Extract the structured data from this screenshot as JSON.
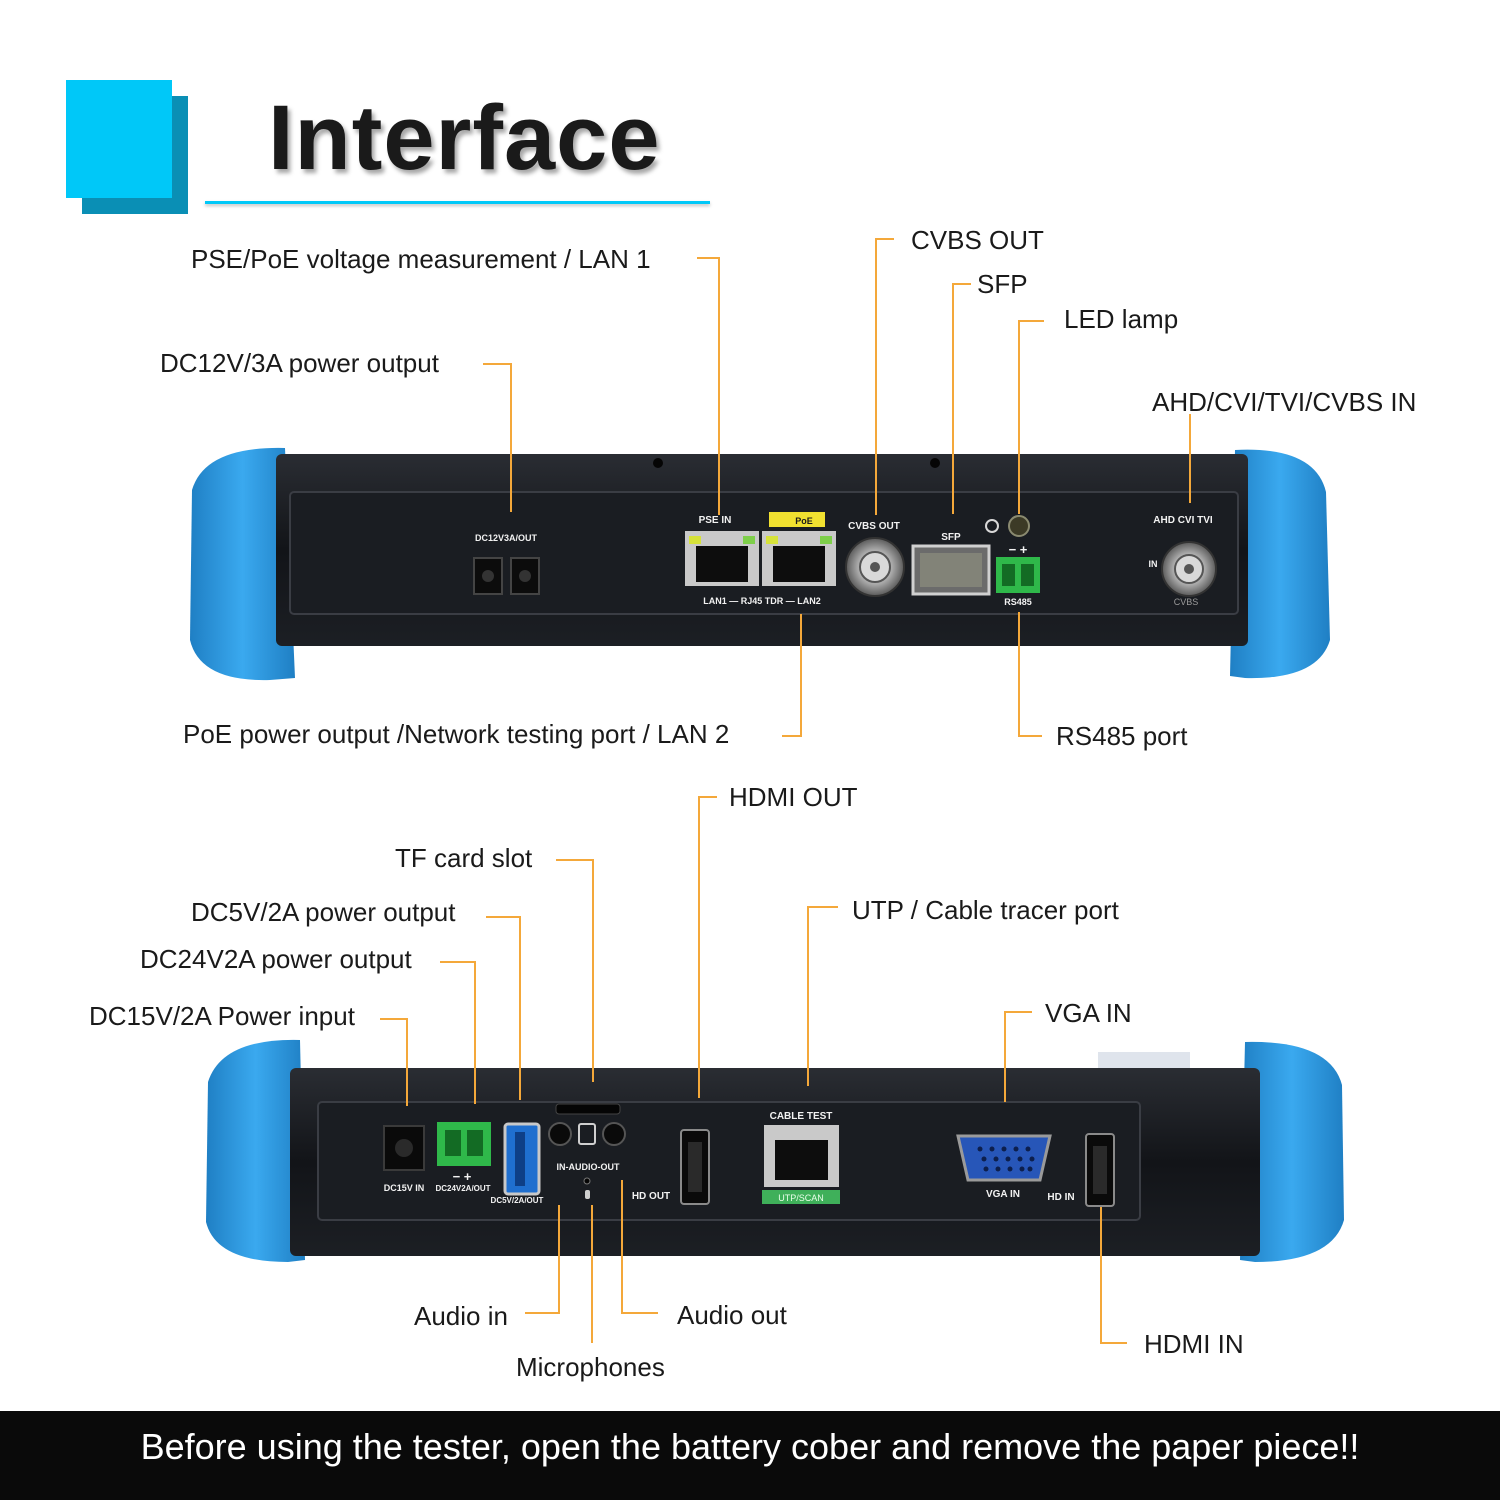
{
  "title": "Interface",
  "colors": {
    "accent_cyan": "#00c8f8",
    "accent_shadow": "#0a8fb5",
    "leader_orange": "#f4a83a",
    "bumper_blue": "#2f9fe6",
    "body_black": "#121418",
    "footer_bg": "#0a0a0a"
  },
  "top_device": {
    "callouts": {
      "pse_poe_lan1": "PSE/PoE voltage measurement / LAN 1",
      "dc12v_output": "DC12V/3A power output",
      "cvbs_out": "CVBS OUT",
      "sfp": "SFP",
      "led_lamp": "LED lamp",
      "ahd_in": "AHD/CVI/TVI/CVBS IN",
      "poe_lan2": "PoE power output /Network testing port / LAN 2",
      "rs485": "RS485 port"
    },
    "port_labels": {
      "dc12v": "DC12V3A/OUT",
      "pse_in": "PSE IN",
      "poe": "PoE",
      "lan_row": "LAN1 — RJ45 TDR — LAN2",
      "cvbs_out": "CVBS OUT",
      "sfp": "SFP",
      "rs485_sign": "−  +",
      "rs485": "RS485",
      "ahd": "AHD CVI TVI",
      "in": "IN",
      "cvbs": "CVBS"
    }
  },
  "bottom_device": {
    "callouts": {
      "hdmi_out": "HDMI OUT",
      "tf_card": "TF card slot",
      "dc5v_output": "DC5V/2A power output",
      "utp_tracer": "UTP / Cable tracer port",
      "dc24v_output": "DC24V2A power output",
      "vga_in": "VGA IN",
      "dc15v_input": "DC15V/2A Power input",
      "audio_in": "Audio in",
      "audio_out": "Audio out",
      "microphones": "Microphones",
      "hdmi_in": "HDMI IN"
    },
    "port_labels": {
      "dc15v": "DC15V IN",
      "dc24v_sign": "−   +",
      "dc24v": "DC24V2A/OUT",
      "dc5v": "DC5V/2A/OUT",
      "audio": "IN-AUDIO-OUT",
      "hd_out": "HD OUT",
      "cable_test": "CABLE TEST",
      "utp_scan": "UTP/SCAN",
      "vga_in": "VGA IN",
      "hd_in": "HD IN"
    }
  },
  "footer": "Before using the tester, open the battery cober and remove the paper piece!!"
}
